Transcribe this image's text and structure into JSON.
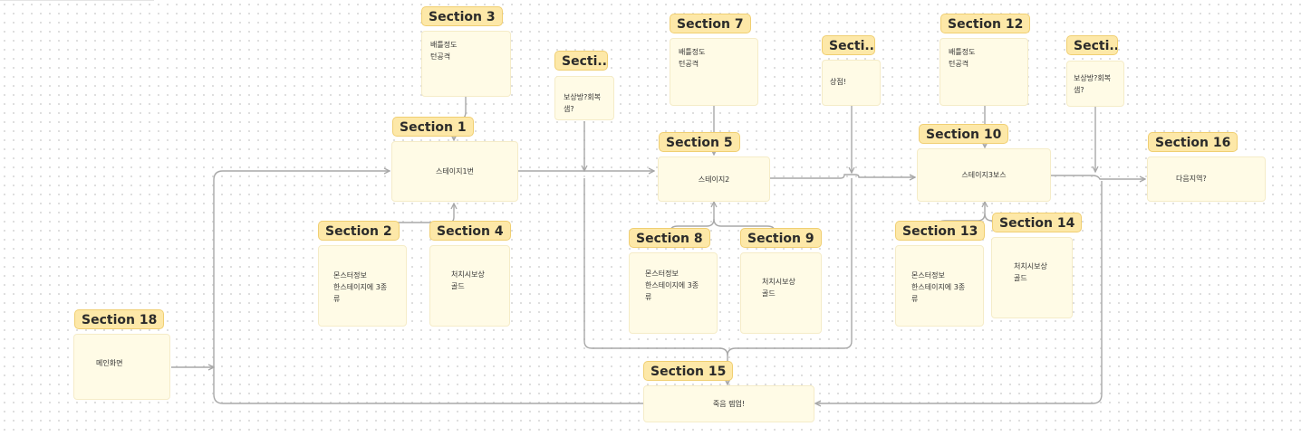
{
  "nodes": {
    "s3": {
      "tag": "Section 3",
      "text": "배틀정도\n턴공격"
    },
    "s1": {
      "tag": "Section 1",
      "text": "스테이지1번"
    },
    "s2": {
      "tag": "Section 2",
      "text": "몬스터정보\n한스테이지에 3종\n류"
    },
    "s4": {
      "tag": "Section 4",
      "text": "처치시보상\n골드"
    },
    "sa": {
      "tag": "Secti...",
      "text": "보상방?회복\n샘?"
    },
    "s7": {
      "tag": "Section 7",
      "text": "배틀정도\n턴공격"
    },
    "s5": {
      "tag": "Section 5",
      "text": "스테이지2"
    },
    "s8": {
      "tag": "Section 8",
      "text": "몬스터정보\n한스테이지에 3종\n류"
    },
    "s9": {
      "tag": "Section 9",
      "text": "처치시보상\n골드"
    },
    "sb": {
      "tag": "Secti...",
      "text": "상점!"
    },
    "s12": {
      "tag": "Section 12",
      "text": "배틀정도\n턴공격"
    },
    "s10": {
      "tag": "Section 10",
      "text": "스테이지3보스"
    },
    "s13": {
      "tag": "Section 13",
      "text": "몬스터정보\n한스테이지에 3종\n류"
    },
    "s14": {
      "tag": "Section 14",
      "text": "처치시보상\n골드"
    },
    "sc": {
      "tag": "Secti...",
      "text": "보상방?회복\n샘?"
    },
    "s16": {
      "tag": "Section 16",
      "text": "다음지역?"
    },
    "s18": {
      "tag": "Section 18",
      "text": "메인화면"
    },
    "s15": {
      "tag": "Section 15",
      "text": "죽음 렙업!"
    }
  },
  "colors": {
    "tag_fill": "#fde8a8",
    "card_fill": "#fffbe6",
    "connector": "#a8a8a8"
  }
}
